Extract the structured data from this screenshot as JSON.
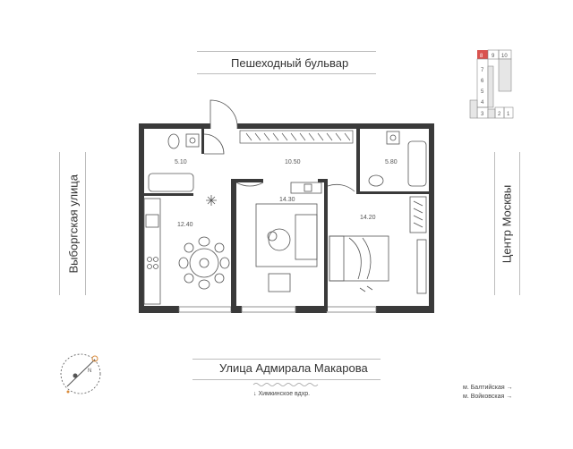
{
  "streets": {
    "top": "Пешеходный бульвар",
    "left": "Выборгская улица",
    "right": "Центр Москвы",
    "bottom": "Улица Адмирала Макарова"
  },
  "notes": {
    "reservoir": "↓  Химкинское вдхр.",
    "metro1": "м. Балтийская  →",
    "metro2": "м. Войковская  →"
  },
  "rooms": {
    "bathroom": "5.10",
    "corridor": "10.50",
    "bathroom2": "5.80",
    "kitchen": "12.40",
    "living": "14.30",
    "bedroom": "14.20"
  },
  "minimap": {
    "sections": [
      "8",
      "9",
      "10",
      "7",
      "6",
      "5",
      "4",
      "3",
      "2",
      "1"
    ],
    "highlight": "8",
    "highlight_color": "#d9534f"
  },
  "compass": {
    "marker": "N"
  }
}
